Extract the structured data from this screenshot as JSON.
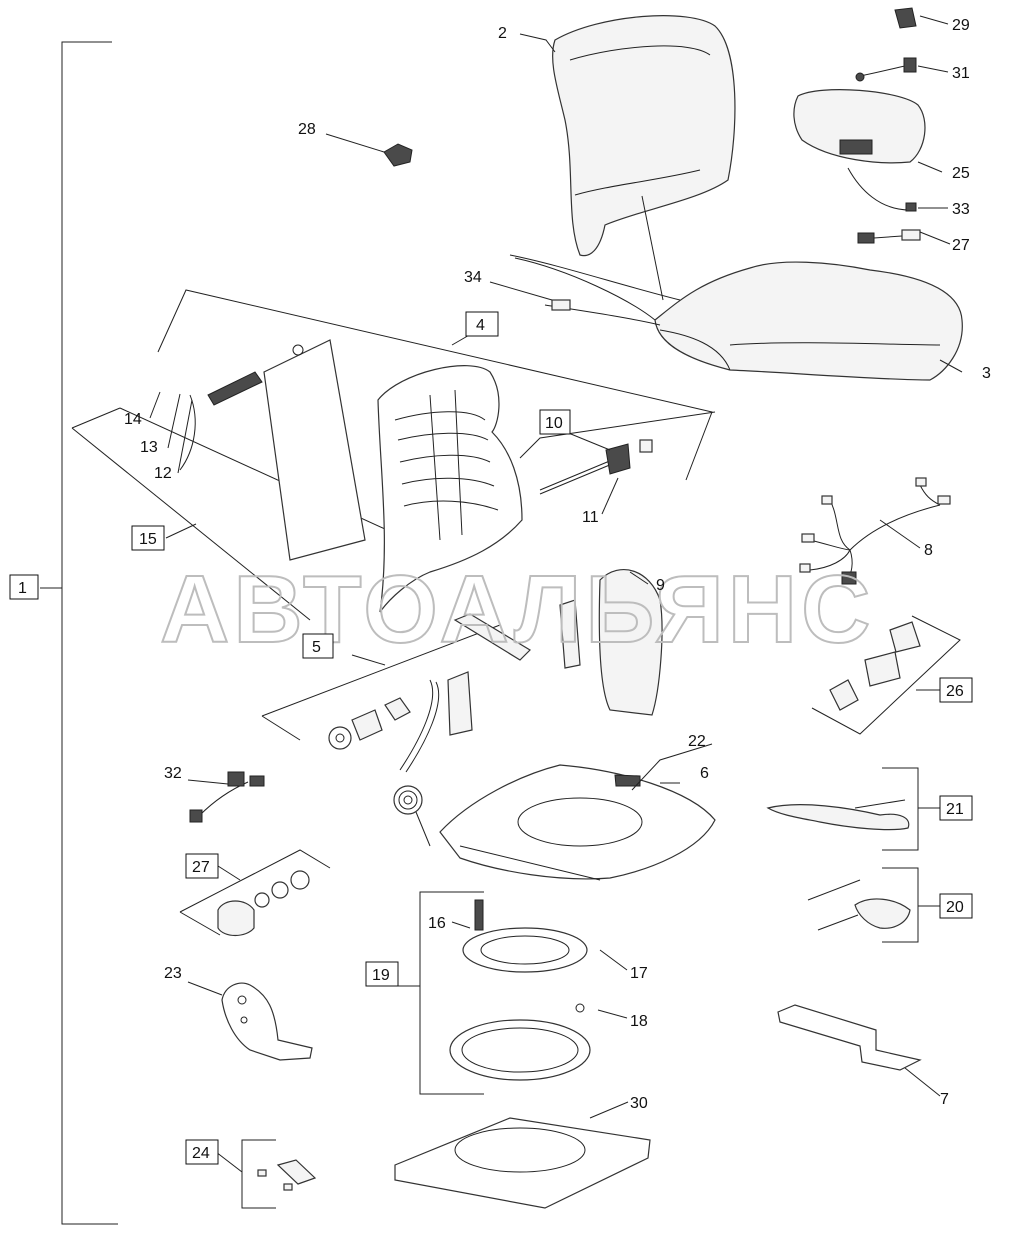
{
  "watermark": "АВТОАЛЬЯНС",
  "callouts": {
    "c1": "1",
    "c2": "2",
    "c3": "3",
    "c4": "4",
    "c5": "5",
    "c6": "6",
    "c7": "7",
    "c8": "8",
    "c9": "9",
    "c10": "10",
    "c11": "11",
    "c12": "12",
    "c13": "13",
    "c14": "14",
    "c15": "15",
    "c16": "16",
    "c17": "17",
    "c18": "18",
    "c19": "19",
    "c20": "20",
    "c21": "21",
    "c22": "22",
    "c23": "23",
    "c24": "24",
    "c25": "25",
    "c26": "26",
    "c27a": "27",
    "c27b": "27",
    "c28": "28",
    "c29": "29",
    "c30": "30",
    "c31": "31",
    "c32": "32",
    "c33": "33",
    "c34": "34"
  }
}
